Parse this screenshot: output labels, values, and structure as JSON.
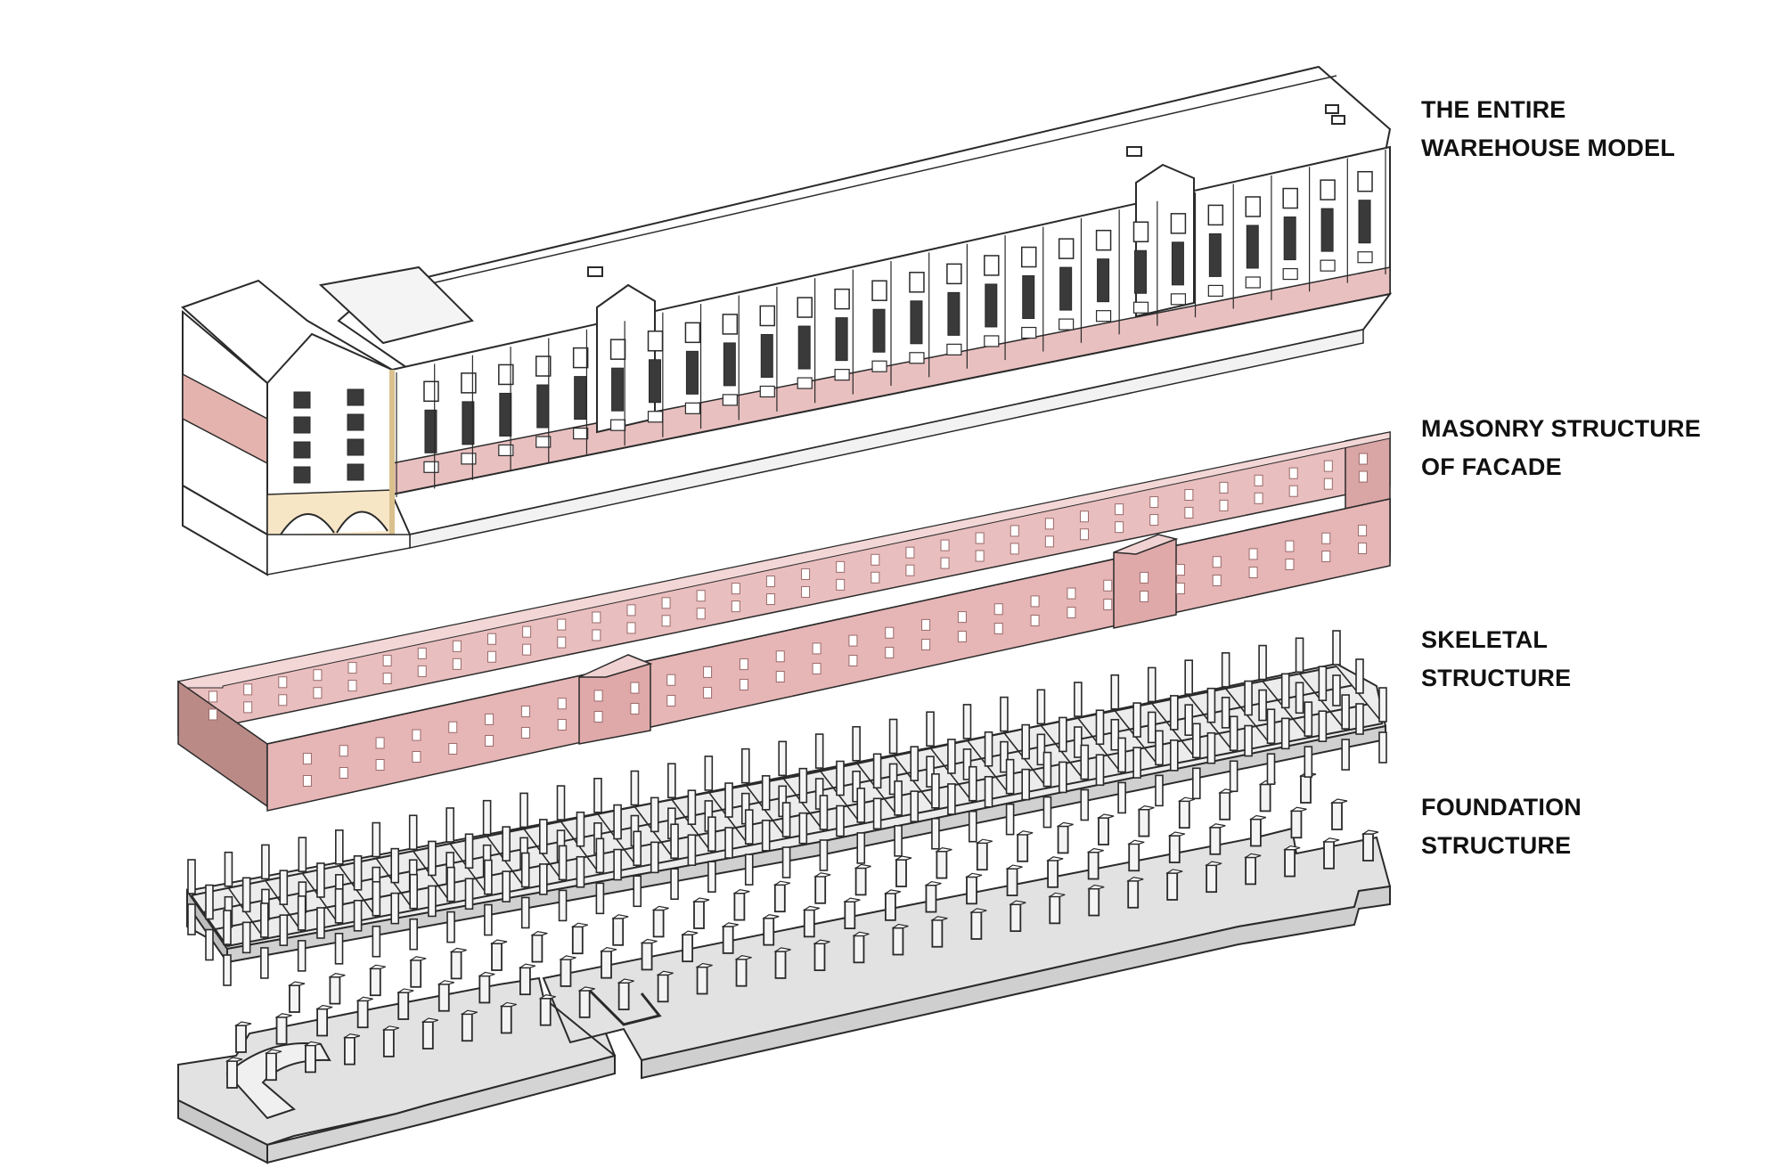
{
  "labels": {
    "warehouse": {
      "line1": "THE ENTIRE",
      "line2": "WAREHOUSE MODEL"
    },
    "masonry": {
      "line1": "MASONRY STRUCTURE",
      "line2": "OF FACADE"
    },
    "skeletal": {
      "line1": "SKELETAL",
      "line2": "STRUCTURE"
    },
    "foundation": {
      "line1": "FOUNDATION",
      "line2": "STRUCTURE"
    }
  },
  "colors": {
    "background": "#ffffff",
    "line": "#2a2a2a",
    "masonry_front": "#e6b5b5",
    "masonry_dark": "#b98a86",
    "masonry_edge": "#d49c9c",
    "roof": "#ffffff",
    "gable_cream": "#f7e6c6",
    "skeleton": "#d8d8d8",
    "foundation_slab": "#e2e2e2",
    "foundation_side": "#c9c9c9"
  }
}
